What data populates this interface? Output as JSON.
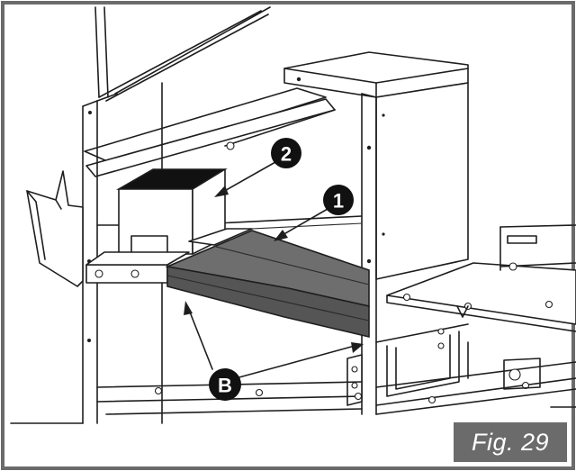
{
  "figure": {
    "label": "Fig. 29",
    "label_bg": "#6b6b6b",
    "label_color": "#ffffff",
    "frame_color": "#6b6b6b"
  },
  "callouts": {
    "tray": "1",
    "box": "2",
    "bolts": "B"
  },
  "colors": {
    "tray_top": "#6e6e6e",
    "tray_front": "#555555",
    "callout_fill": "#111111",
    "box_top": "#111111"
  }
}
